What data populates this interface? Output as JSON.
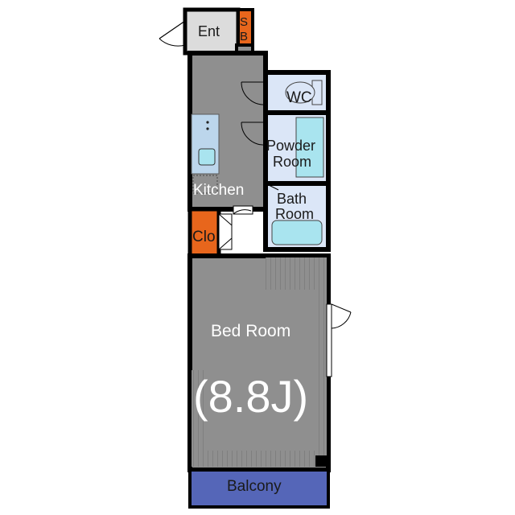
{
  "rooms": {
    "ent": "Ent",
    "sb_top": "S",
    "sb_bottom": "B",
    "wc": "WC",
    "powder_line1": "Powder",
    "powder_line2": "Room",
    "bath_line1": "Bath",
    "bath_line2": "Room",
    "kitchen": "Kitchen",
    "clo": "Clo",
    "bedroom": "Bed Room",
    "bedroom_size": "(8.8J)",
    "balcony": "Balcony"
  },
  "colors": {
    "wall": "#000000",
    "floor_gray": "#8f8f8f",
    "entrance": "#dcdcdc",
    "wet_area": "#dbe6f7",
    "storage": "#e8661c",
    "fixture": "#a9e4ef",
    "balcony": "#5566b8"
  }
}
